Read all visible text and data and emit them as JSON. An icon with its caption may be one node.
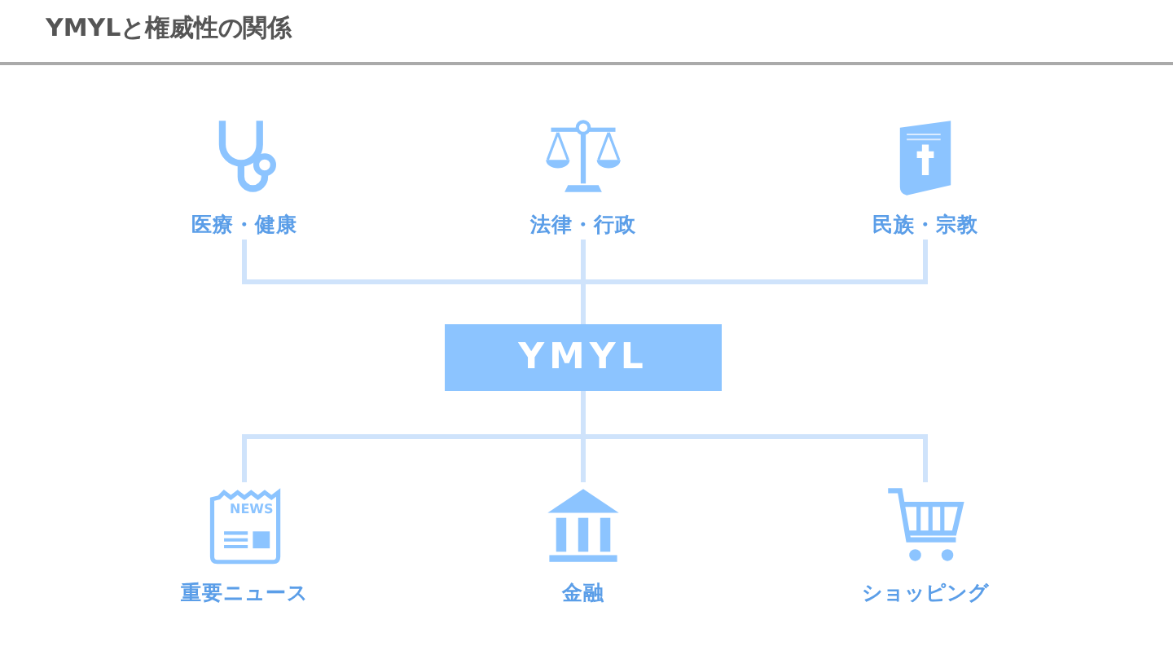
{
  "diagram": {
    "title": "YMYLと権威性の関係",
    "nodes": [
      {
        "text": [
          "医療・健康"
        ]
      },
      {
        "text": [
          "法律・行政"
        ]
      },
      {
        "text": [
          "民族・宗教"
        ]
      },
      {
        "text": [
          "YMYL"
        ]
      },
      {
        "text": [
          "重要ニュース"
        ]
      },
      {
        "text": [
          "金融"
        ]
      },
      {
        "text": [
          "ショッピング"
        ]
      }
    ],
    "edges": [
      {
        "from": 3,
        "to": 0,
        "arrow": "none"
      },
      {
        "from": 3,
        "to": 1,
        "arrow": "none"
      },
      {
        "from": 3,
        "to": 2,
        "arrow": "none"
      },
      {
        "from": 3,
        "to": 4,
        "arrow": "none"
      },
      {
        "from": 3,
        "to": 5,
        "arrow": "none"
      },
      {
        "from": 3,
        "to": 6,
        "arrow": "none"
      }
    ],
    "labels": [
      "NEWS"
    ]
  }
}
